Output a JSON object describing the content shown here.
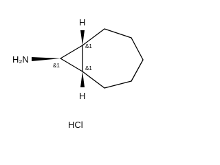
{
  "molecule": {
    "atoms": {
      "amine": "H₂N",
      "h_top": "H",
      "h_bottom": "H"
    },
    "stereo": {
      "c8": "&1",
      "c1": "&1",
      "c7": "&1"
    },
    "salt": "HCl"
  }
}
